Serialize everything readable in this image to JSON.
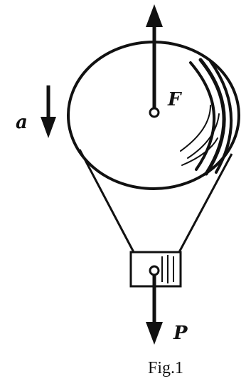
{
  "figure": {
    "label_force": "F",
    "label_acceleration": "a",
    "label_weight": "P",
    "caption": "Fig.1"
  },
  "colors": {
    "ink": "#111111",
    "background": "#ffffff"
  }
}
